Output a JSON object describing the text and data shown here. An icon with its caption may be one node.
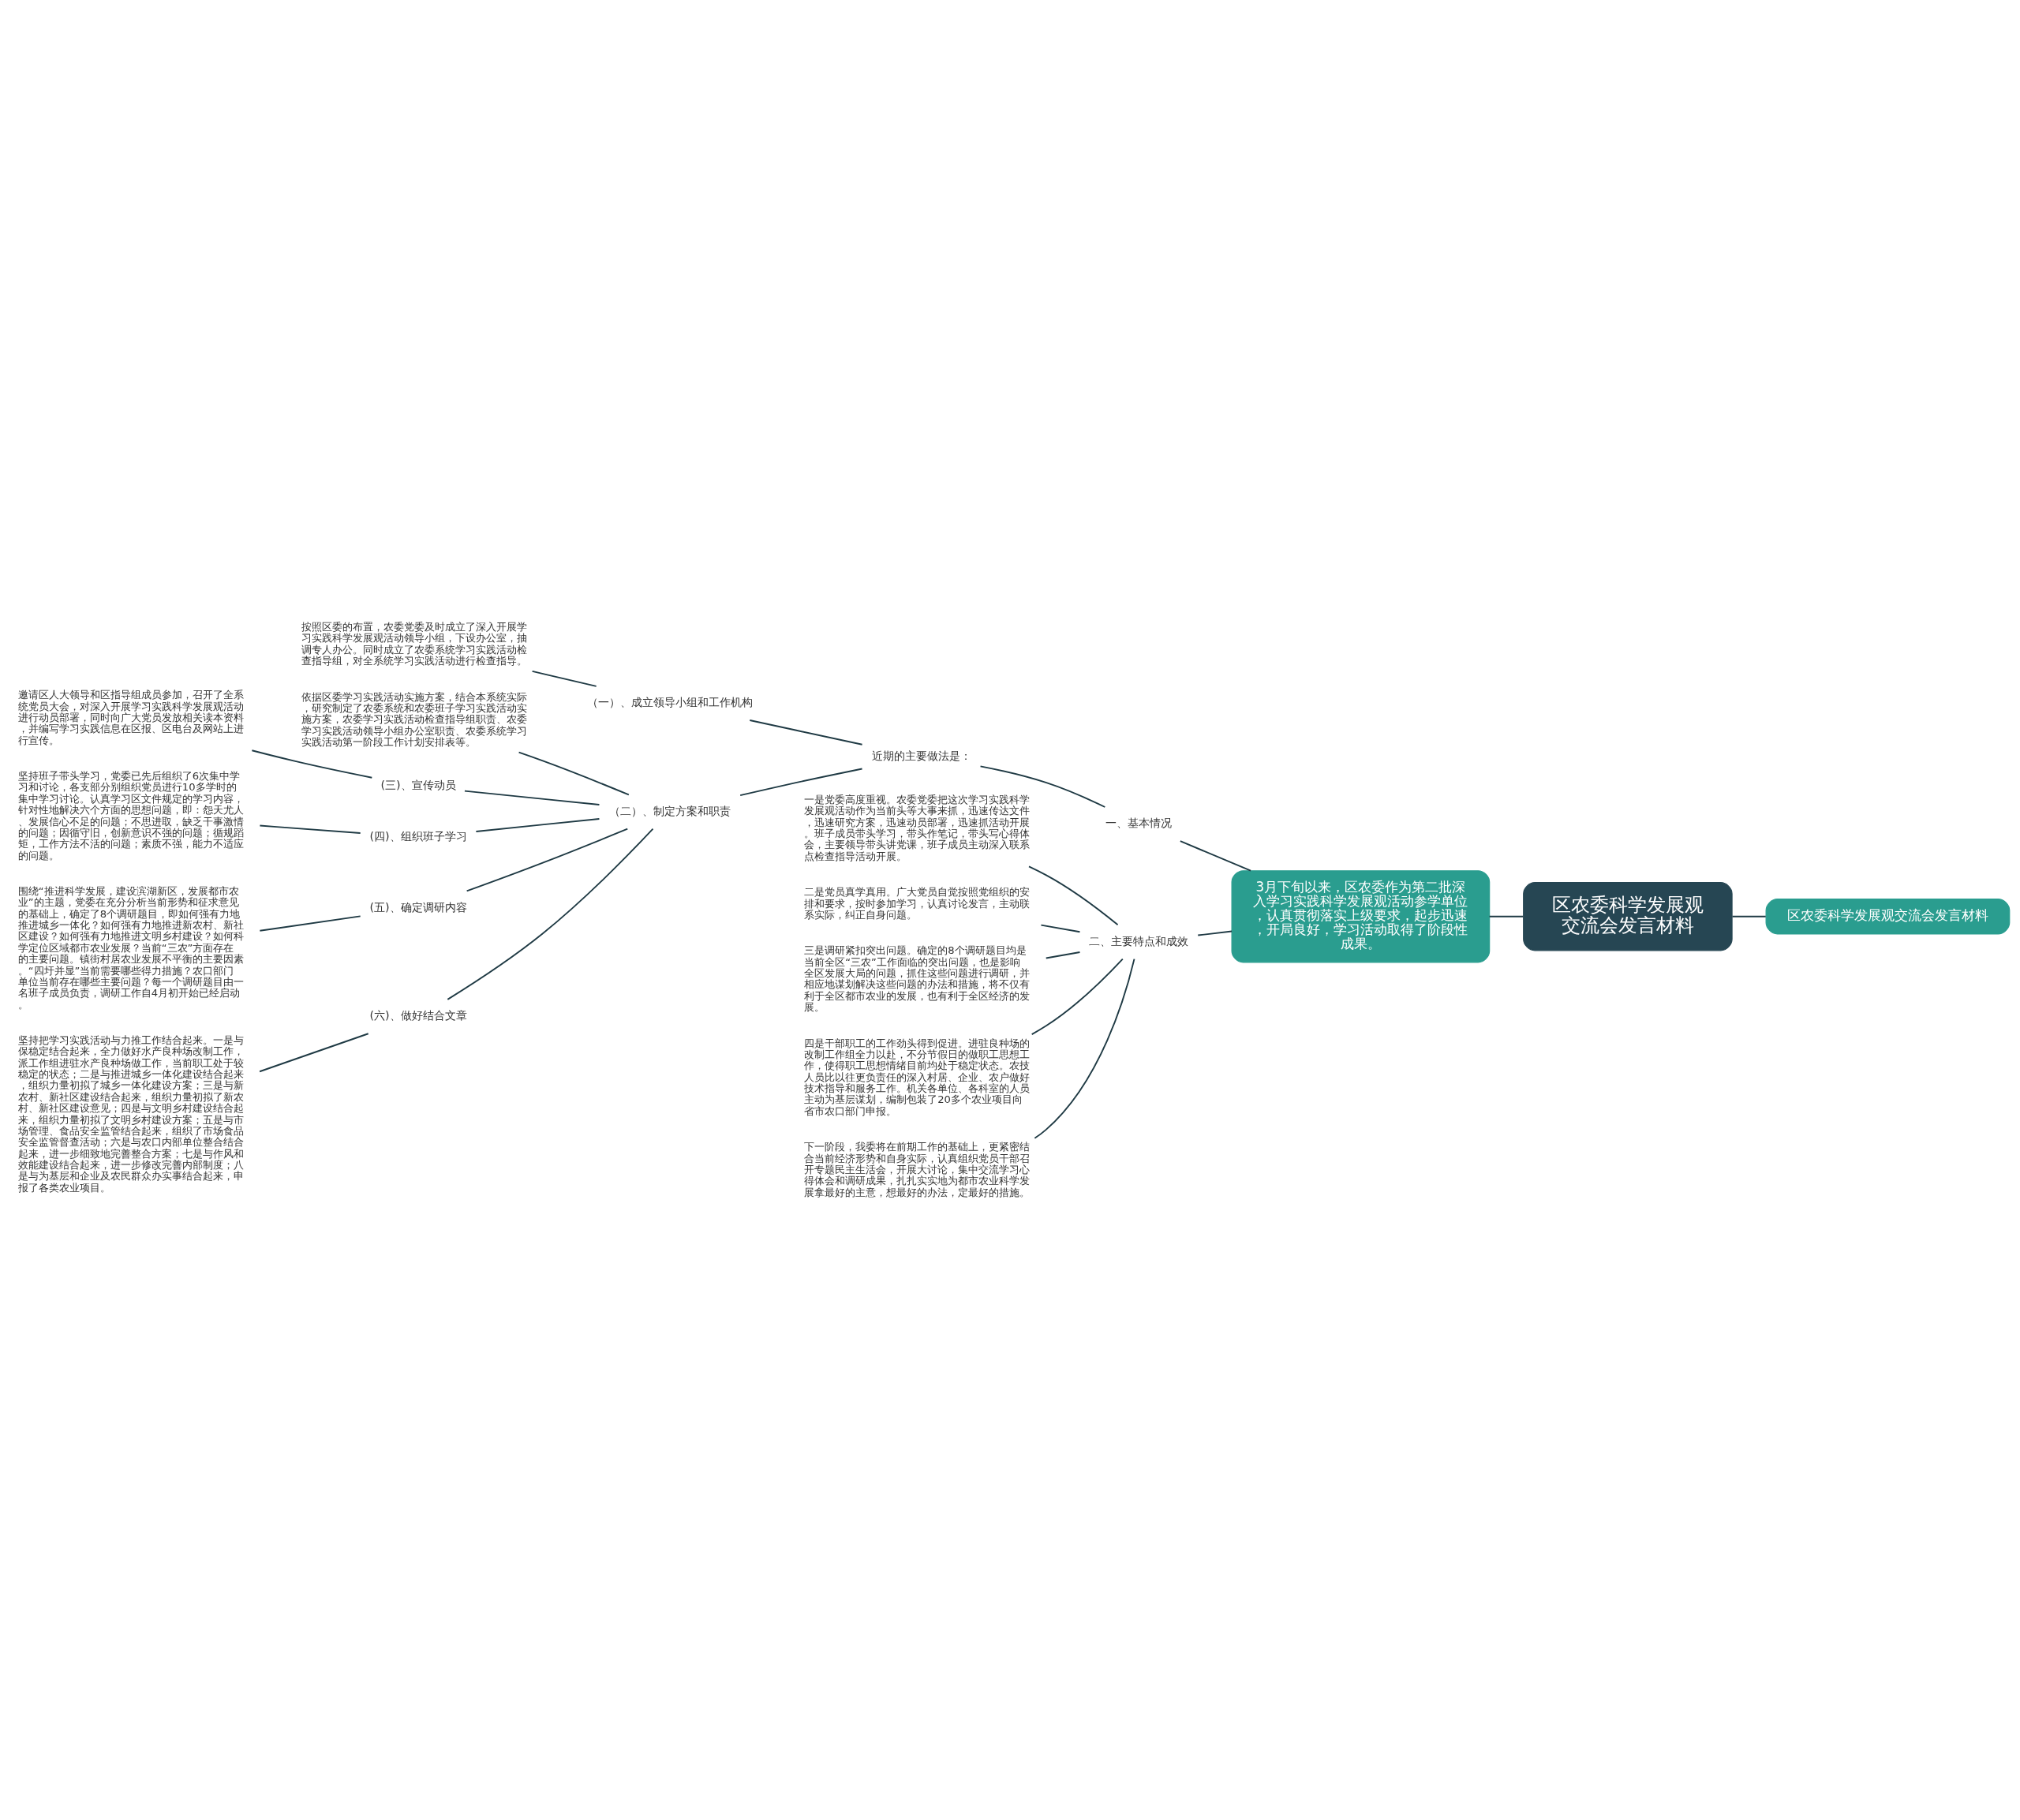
{
  "diagram": {
    "nodes": [
      {
        "text": [
          "区农委科学发展观交流会发言材料"
        ]
      },
      {
        "text": [
          "区农委科学发展观交流会发言材料"
        ]
      },
      {
        "text": [
          "3月下旬以来，区农委作为第二批深入学习实践科学发展观活动参学单位，认真贯彻落实上级要求，起步迅速，开局良好，学习活动取得了阶段性成果。"
        ]
      },
      {
        "text": [
          "一、基本情况"
        ]
      },
      {
        "text": [
          "近期的主要做法是："
        ]
      },
      {
        "text": [
          "（一）、成立领导小组和工作机构"
        ]
      },
      {
        "text": [
          "按照区委的布置，农委党委及时成立了深入开展学习实践科学发展观活动领导小组，下设办公室，抽调专人办公。同时成立了农委系统学习实践活动检查指导组，对全系统学习实践活动进行检查指导。"
        ]
      },
      {
        "text": [
          "（二）、制定方案和职责"
        ]
      },
      {
        "text": [
          "依据区委学习实践活动实施方案，结合本系统实际，研究制定了农委系统和农委班子学习实践活动实施方案，农委学习实践活动检查指导组职责、农委学习实践活动领导小组办公室职责、农委系统学习实践活动第一阶段工作计划安排表等。"
        ]
      },
      {
        "text": [
          "(三)、宣传动员"
        ]
      },
      {
        "text": [
          "邀请区人大领导和区指导组成员参加，召开了全系统党员大会，对深入开展学习实践科学发展观活动进行动员部署，同时向广大党员发放相关读本资料，并编写学习实践信息在区报、区电台及网站上进行宣传。"
        ]
      },
      {
        "text": [
          "(四)、组织班子学习"
        ]
      },
      {
        "text": [
          "坚持班子带头学习，党委已先后组织了6次集中学习和讨论，各支部分别组织党员进行10多学时的集中学习讨论。认真学习区文件规定的学习内容，针对性地解决六个方面的思想问题，即：怨天尤人、发展信心不足的问题；不思进取，缺乏干事激情的问题；因循守旧，创新意识不强的问题；循规蹈矩，工作方法不活的问题；素质不强，能力不适应的问题。"
        ]
      },
      {
        "text": [
          "(五)、确定调研内容"
        ]
      },
      {
        "text": [
          "围绕“推进科学发展，建设滨湖新区，发展都市农业”的主题，党委在充分分析当前形势和征求意见的基础上，确定了8个调研题目，即如何强有力地推进城乡一体化？如何强有力地推进新农村、新社区建设？如何强有力地推进文明乡村建设？如何科学定位区域都市农业发展？当前“三农”方面存在的主要问题。镇街村居农业发展不平衡的主要因素。“四圩并显”当前需要哪些得力措施？农口部门单位当前存在哪些主要问题？每一个调研题目由一名班子成员负责，调研工作自4月初开始已经启动。"
        ]
      },
      {
        "text": [
          "(六)、做好结合文章"
        ]
      },
      {
        "text": [
          "坚持把学习实践活动与力推工作结合起来。一是与保稳定结合起来，全力做好水产良种场改制工作，派工作组进驻水产良种场做工作，当前职工处于较稳定的状态；二是与推进城乡一体化建设结合起来，组织力量初拟了城乡一体化建设方案；三是与新农村、新社区建设结合起来，组织力量初拟了新农村、新社区建设意见；四是与文明乡村建设结合起来，组织力量初拟了文明乡村建设方案；五是与市场管理、食品安全监管结合起来，组织了市场食品安全监管督查活动；六是与农口内部单位整合结合起来，进一步细致地完善整合方案；七是与作风和效能建设结合起来，进一步修改完善内部制度；八是与为基层和企业及农民群众办实事结合起来，申报了各类农业项目。"
        ]
      },
      {
        "text": [
          "二、主要特点和成效"
        ]
      },
      {
        "text": [
          "一是党委高度重视。农委党委把这次学习实践科学发展观活动作为当前头等大事来抓，迅速传达文件，迅速研究方案，迅速动员部署，迅速抓活动开展。班子成员带头学习，带头作笔记，带头写心得体会，主要领导带头讲党课，班子成员主动深入联系点检查指导活动开展。"
        ]
      },
      {
        "text": [
          "二是党员真学真用。广大党员自觉按照党组织的安排和要求，按时参加学习，认真讨论发言，主动联系实际，纠正自身问题。"
        ]
      },
      {
        "text": [
          "三是调研紧扣突出问题。确定的8个调研题目均是当前全区“三农”工作面临的突出问题，也是影响全区发展大局的问题，抓住这些问题进行调研，并相应地谋划解决这些问题的办法和措施，将不仅有利于全区都市农业的发展，也有利于全区经济的发展。"
        ]
      },
      {
        "text": [
          "四是干部职工的工作劲头得到促进。进驻良种场的改制工作组全力以赴，不分节假日的做职工思想工作，使得职工思想情绪目前均处于稳定状态。农技人员比以往更负责任的深入村居、企业、农户做好技术指导和服务工作。机关各单位、各科室的人员主动为基层谋划，编制包装了20多个农业项目向省市农口部门申报。"
        ]
      },
      {
        "text": [
          "下一阶段，我委将在前期工作的基础上，更紧密结合当前经济形势和自身实际，认真组织党员干部召开专题民主生活会，开展大讨论，集中交流学习心得体会和调研成果，扎扎实实地为都市农业科学发展拿最好的主意，想最好的办法，定最好的措施。"
        ]
      }
    ],
    "edges": [
      {
        "from": 0,
        "to": 1,
        "arrow": "none"
      },
      {
        "from": 0,
        "to": 2,
        "arrow": "none"
      },
      {
        "from": 2,
        "to": 3,
        "arrow": "none"
      },
      {
        "from": 3,
        "to": 4,
        "arrow": "none"
      },
      {
        "from": 4,
        "to": 5,
        "arrow": "none"
      },
      {
        "from": 5,
        "to": 6,
        "arrow": "none"
      },
      {
        "from": 4,
        "to": 7,
        "arrow": "none"
      },
      {
        "from": 7,
        "to": 8,
        "arrow": "none"
      },
      {
        "from": 7,
        "to": 9,
        "arrow": "none"
      },
      {
        "from": 9,
        "to": 10,
        "arrow": "none"
      },
      {
        "from": 7,
        "to": 11,
        "arrow": "none"
      },
      {
        "from": 11,
        "to": 12,
        "arrow": "none"
      },
      {
        "from": 7,
        "to": 13,
        "arrow": "none"
      },
      {
        "from": 13,
        "to": 14,
        "arrow": "none"
      },
      {
        "from": 7,
        "to": 15,
        "arrow": "none"
      },
      {
        "from": 15,
        "to": 16,
        "arrow": "none"
      },
      {
        "from": 2,
        "to": 17,
        "arrow": "none"
      },
      {
        "from": 17,
        "to": 18,
        "arrow": "none"
      },
      {
        "from": 17,
        "to": 19,
        "arrow": "none"
      },
      {
        "from": 17,
        "to": 20,
        "arrow": "none"
      },
      {
        "from": 17,
        "to": 21,
        "arrow": "none"
      },
      {
        "from": 17,
        "to": 22,
        "arrow": "none"
      }
    ]
  }
}
